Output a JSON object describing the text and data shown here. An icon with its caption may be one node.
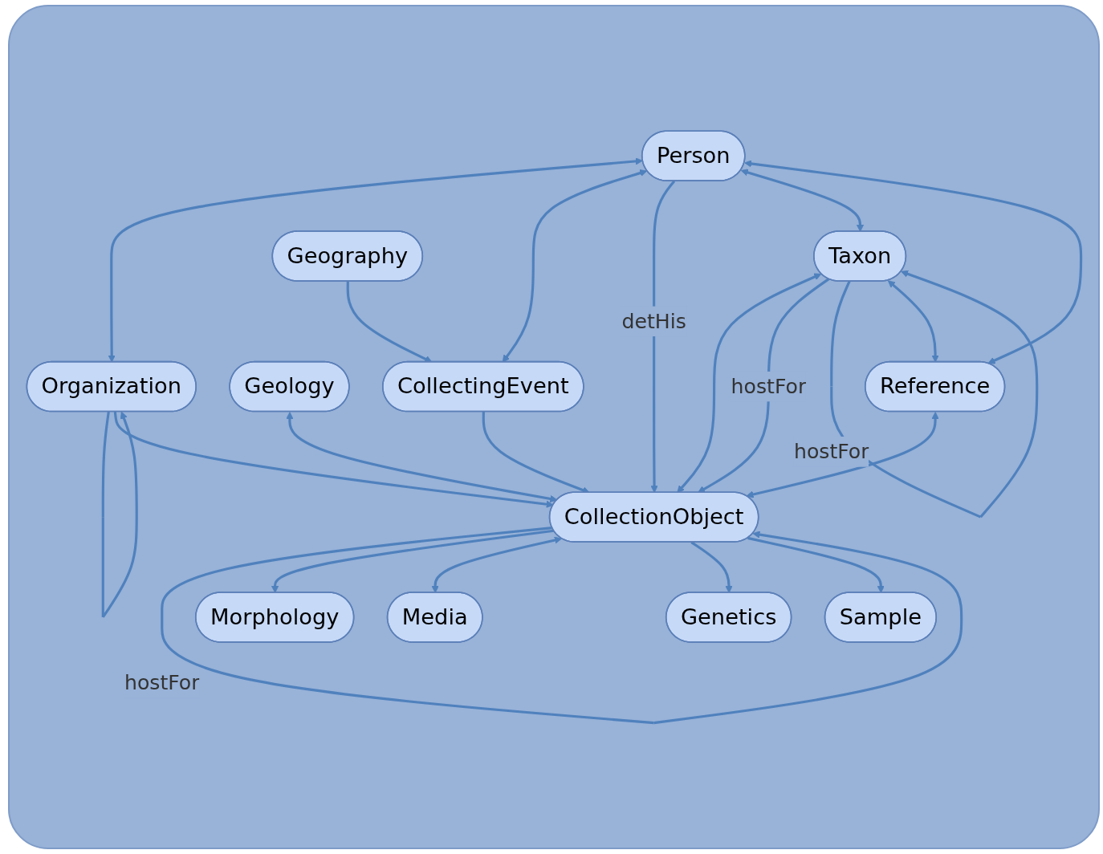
{
  "diagram": {
    "nodes": [
      {
        "text": [
          "Organization"
        ]
      },
      {
        "text": [
          "Geology"
        ]
      },
      {
        "text": [
          "Person"
        ]
      },
      {
        "text": [
          "Morphology"
        ]
      },
      {
        "text": [
          "Taxon"
        ]
      },
      {
        "text": [
          "CollectionObject"
        ]
      },
      {
        "text": [
          "Media"
        ]
      },
      {
        "text": [
          "Geography"
        ]
      },
      {
        "text": [
          "Reference"
        ]
      },
      {
        "text": [
          "CollectingEvent"
        ]
      },
      {
        "text": [
          "Genetics"
        ]
      },
      {
        "text": [
          "Sample"
        ]
      }
    ],
    "edges": [
      {
        "from": 0,
        "to": 0,
        "arrow": "to"
      },
      {
        "from": 2,
        "to": 0,
        "arrow": "both"
      },
      {
        "from": 2,
        "to": 9,
        "arrow": "both"
      },
      {
        "from": 0,
        "to": 5,
        "arrow": "to"
      },
      {
        "from": 5,
        "to": 5,
        "arrow": "to",
        "label": "hostFor"
      },
      {
        "from": 1,
        "to": 5,
        "arrow": "both"
      },
      {
        "from": 5,
        "to": 3,
        "arrow": "to"
      },
      {
        "from": 2,
        "to": 5,
        "arrow": "to",
        "label": "detHis"
      },
      {
        "from": 4,
        "to": 5,
        "arrow": "both"
      },
      {
        "from": 4,
        "to": 5,
        "arrow": "to",
        "label": "hostFor"
      },
      {
        "from": 2,
        "to": 4,
        "arrow": "both"
      },
      {
        "from": 4,
        "to": 4,
        "arrow": "to",
        "label": "hostFor"
      },
      {
        "from": 4,
        "to": 8,
        "arrow": "both"
      },
      {
        "from": 8,
        "to": 5,
        "arrow": "both"
      },
      {
        "from": 2,
        "to": 8,
        "arrow": "both"
      },
      {
        "from": 5,
        "to": 6,
        "arrow": "both"
      },
      {
        "from": 5,
        "to": 10,
        "arrow": "to"
      },
      {
        "from": 5,
        "to": 11,
        "arrow": "to"
      },
      {
        "from": 9,
        "to": 5,
        "arrow": "to"
      },
      {
        "from": 7,
        "to": 9,
        "arrow": "to"
      }
    ]
  }
}
